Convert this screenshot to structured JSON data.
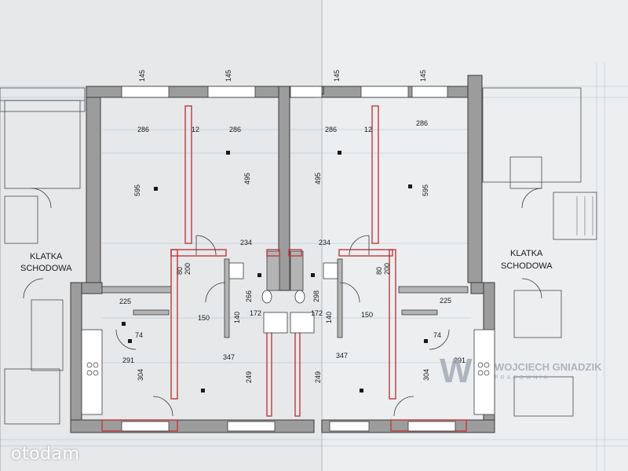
{
  "plan": {
    "labels": {
      "stair_left_line1": "KLATKA",
      "stair_left_line2": "SCHODOWA",
      "stair_right_line1": "KLATKA",
      "stair_right_line2": "SCHODOWA"
    },
    "dimensions": {
      "d286a": "286",
      "d12a": "12",
      "d286b": "286",
      "d286c": "286",
      "d12b": "12",
      "d286d": "286",
      "d595a": "595",
      "d495a": "495",
      "d495b": "495",
      "d595b": "595",
      "d234a": "234",
      "d234b": "234",
      "d225a": "225",
      "d225b": "225",
      "d150a": "150",
      "d172a": "172",
      "d172b": "172",
      "d150b": "150",
      "d291a": "291",
      "d347a": "347",
      "d347b": "347",
      "d291b": "291",
      "d304a": "304",
      "d249a": "249",
      "d249b": "249",
      "d304b": "304",
      "d74a": "74",
      "d74b": "74",
      "d266": "266",
      "d298": "298",
      "d140a": "140",
      "d140b": "140",
      "d145a": "145",
      "d145b": "145",
      "d145c": "145",
      "d145d": "145",
      "d80a": "80",
      "d200a": "200",
      "d80b": "80",
      "d200b": "200"
    }
  },
  "studio": {
    "logo": "W",
    "name": "WOJCIECH GNIADZIK",
    "sub": "PRACOWNIA"
  },
  "watermark": "otodam"
}
